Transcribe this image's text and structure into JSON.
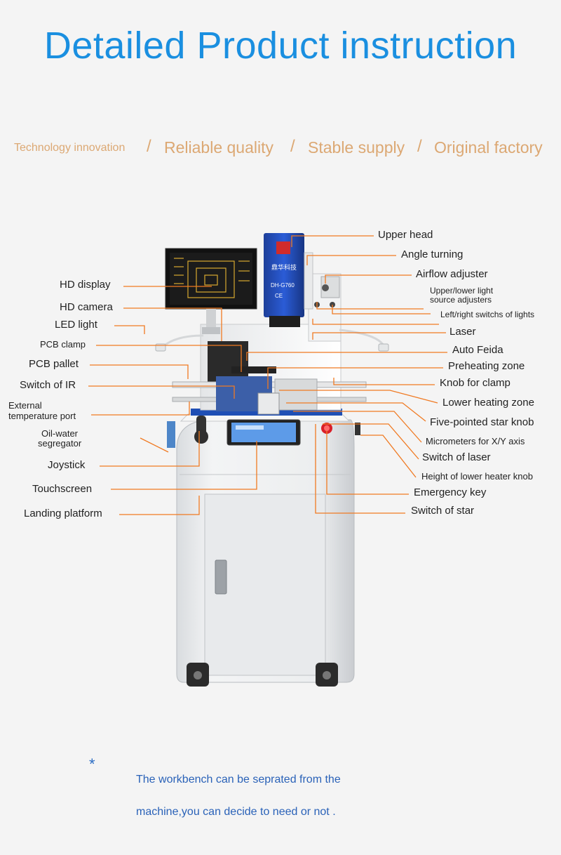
{
  "title": "Detailed Product instruction",
  "tagline": {
    "item1": "Technology innovation",
    "item2": "Reliable quality",
    "item3": "Stable supply",
    "item4": "Original factory"
  },
  "machine": {
    "brand_cn": "鼎华科技",
    "model": "DH-G760",
    "badge": "CE"
  },
  "labels_left": {
    "hd_display": "HD display",
    "hd_camera": "HD camera",
    "led_light": "LED light",
    "pcb_clamp": "PCB clamp",
    "pcb_pallet": "PCB pallet",
    "switch_ir": "Switch of IR",
    "ext_temp_1": "External",
    "ext_temp_2": "temperature port",
    "oil_water_1": "Oil-water",
    "oil_water_2": "segregator",
    "joystick": "Joystick",
    "touchscreen": "Touchscreen",
    "landing_platform": "Landing platform"
  },
  "labels_right": {
    "upper_head": "Upper head",
    "angle_turning": "Angle turning",
    "airflow_adjuster": "Airflow adjuster",
    "light_adj_1": "Upper/lower light",
    "light_adj_2": "source adjusters",
    "lr_switch": "Left/right switchs of lights",
    "laser": "Laser",
    "auto_feida": "Auto Feida",
    "preheating_zone": "Preheating zone",
    "knob_clamp": "Knob for clamp",
    "lower_heating_zone": "Lower heating zone",
    "star_knob": "Five-pointed star knob",
    "micrometers": "Micrometers for X/Y axis",
    "switch_laser": "Switch of laser",
    "lower_heater_height": "Height of lower heater knob",
    "emergency_key": "Emergency key",
    "switch_star": "Switch of star"
  },
  "note": {
    "star": "*",
    "line1": "The workbench can be seprated from the",
    "line2": "machine,you can decide to need or not ."
  },
  "colors": {
    "title_blue": "#1a8fe0",
    "tagline_gold": "#dca873",
    "leader_orange": "#f07a22",
    "note_blue": "#2a62b8"
  }
}
